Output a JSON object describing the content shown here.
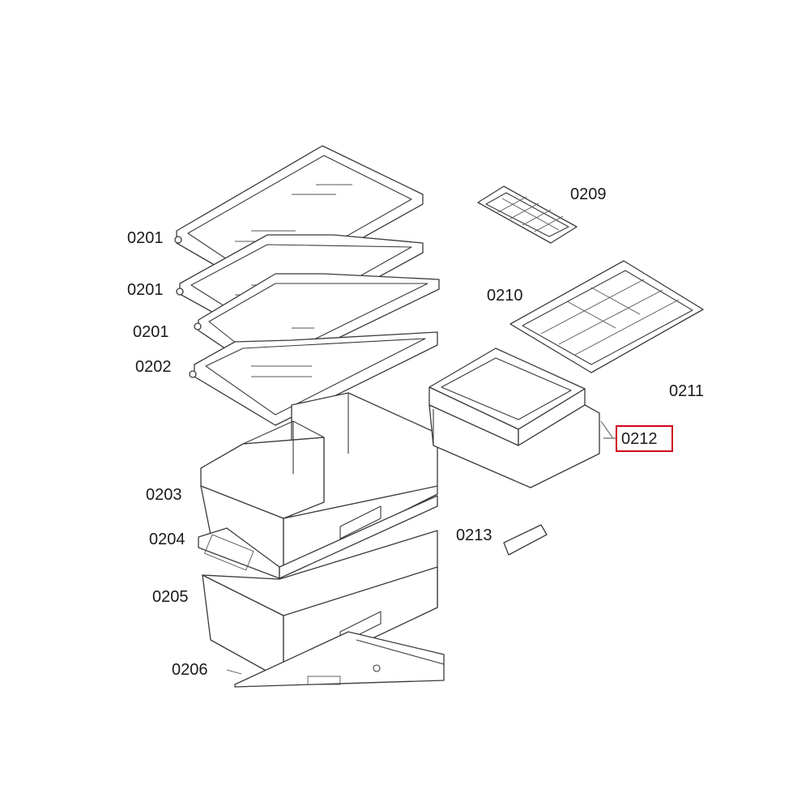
{
  "diagram": {
    "highlight_color": "#d0021b",
    "highlighted_part": "0212",
    "parts": [
      {
        "id": "p1",
        "label": "0201"
      },
      {
        "id": "p2",
        "label": "0201"
      },
      {
        "id": "p3",
        "label": "0201"
      },
      {
        "id": "p4",
        "label": "0202"
      },
      {
        "id": "p5",
        "label": "0203"
      },
      {
        "id": "p6",
        "label": "0204"
      },
      {
        "id": "p7",
        "label": "0205"
      },
      {
        "id": "p8",
        "label": "0206"
      },
      {
        "id": "p9",
        "label": "0209"
      },
      {
        "id": "p10",
        "label": "0210"
      },
      {
        "id": "p11",
        "label": "0211"
      },
      {
        "id": "p12",
        "label": "0212"
      },
      {
        "id": "p13",
        "label": "0213"
      }
    ]
  }
}
